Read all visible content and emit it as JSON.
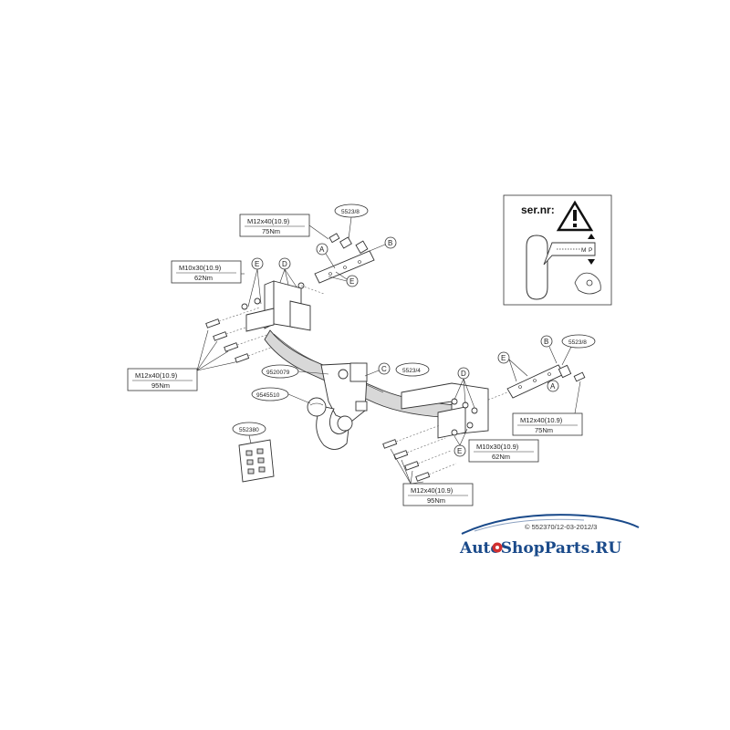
{
  "labels": {
    "ref_5523_8_top": "5523/8",
    "ref_5523_8_right": "5523/8",
    "ref_5523_4": "5523/4",
    "ref_9520079": "9520079",
    "ref_9545510": "9545510",
    "ref_552380": "552380",
    "bolt_top_size": "M12x40(10.9)",
    "bolt_top_torque": "75Nm",
    "bolt_left_m10_size": "M10x30(10.9)",
    "bolt_left_m10_torque": "62Nm",
    "bolt_left_m12_size": "M12x40(10.9)",
    "bolt_left_m12_torque": "95Nm",
    "bolt_right_m12_top_size": "M12x40(10.9)",
    "bolt_right_m12_top_torque": "75Nm",
    "bolt_right_m10_size": "M10x30(10.9)",
    "bolt_right_m10_torque": "62Nm",
    "bolt_bottom_size": "M12x40(10.9)",
    "bolt_bottom_torque": "95Nm"
  },
  "letters": {
    "A_top": "A",
    "B_top": "B",
    "E_top_mid": "E",
    "E_left": "E",
    "D_left": "D",
    "C": "C",
    "B_right": "B",
    "E_right": "E",
    "A_right": "A",
    "D_right": "D",
    "E_bottom": "E"
  },
  "serial_box": {
    "title": "ser.nr:",
    "mark_m": "M",
    "mark_p": "P"
  },
  "footer": {
    "copyright": "© 552370/12-03-2012/3",
    "brand": "AutoShopParts.RU"
  },
  "colors": {
    "brand_blue": "#1a4a8a",
    "brand_red": "#d03030",
    "line": "#333333"
  }
}
